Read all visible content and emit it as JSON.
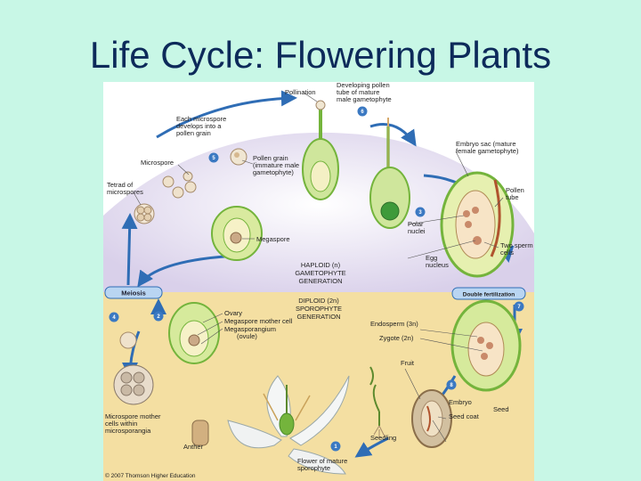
{
  "slide": {
    "title": "Life Cycle: Flowering Plants"
  },
  "diagram": {
    "generations": {
      "haploid": [
        "HAPLOID (n)",
        "GAMETOPHYTE",
        "GENERATION"
      ],
      "diploid": [
        "DIPLOID (2n)",
        "SPOROPHYTE",
        "GENERATION"
      ]
    },
    "stages": {
      "meiosis": "Meiosis",
      "double_fertilization": "Double fertilization"
    },
    "labels": {
      "pollination": "Pollination",
      "developing_pollen_tube": [
        "Developing pollen",
        "tube of mature",
        "male gametophyte"
      ],
      "each_microspore": [
        "Each microspore",
        "develops into a",
        "pollen grain"
      ],
      "microspore": "Microspore",
      "pollen_grain": [
        "Pollen grain",
        "(immature male",
        "gametophyte)"
      ],
      "tetrad": [
        "Tetrad of",
        "microspores"
      ],
      "megaspore": "Megaspore",
      "embryo_sac": [
        "Embryo sac (mature",
        "female gametophyte)"
      ],
      "pollen_tube": [
        "Pollen",
        "tube"
      ],
      "polar_nuclei": [
        "Polar",
        "nuclei"
      ],
      "two_sperm_cells": [
        "Two sperm",
        "cells"
      ],
      "egg_nucleus": [
        "Egg",
        "nucleus"
      ],
      "ovary": "Ovary",
      "megaspore_mother_cell": "Megaspore mother cell",
      "megasporangium": [
        "Megasporangium",
        "(ovule)"
      ],
      "endosperm": "Endosperm (3n)",
      "zygote": "Zygote (2n)",
      "fruit": "Fruit",
      "seed": "Seed",
      "embryo": "Embryo",
      "seed_coat": "Seed coat",
      "seedling": "Seedling",
      "microspore_mother_cells": [
        "Microspore mother",
        "cells within",
        "microsporangia"
      ],
      "anther": "Anther",
      "flower": [
        "Flower of mature",
        "sporophyte"
      ],
      "copyright": "© 2007 Thomson Higher Education"
    },
    "step_numbers": [
      "1",
      "2",
      "3",
      "4",
      "5",
      "6",
      "7",
      "8"
    ],
    "colors": {
      "slide_background": "#c8f7e6",
      "title_text": "#0d2a5a",
      "haploid_region": "#e3dcef",
      "diploid_region": "#f4dfa2",
      "arrow_blue": "#2f6db5",
      "step_badge": "#3b79c2",
      "plant_green": "#74b43c"
    }
  }
}
